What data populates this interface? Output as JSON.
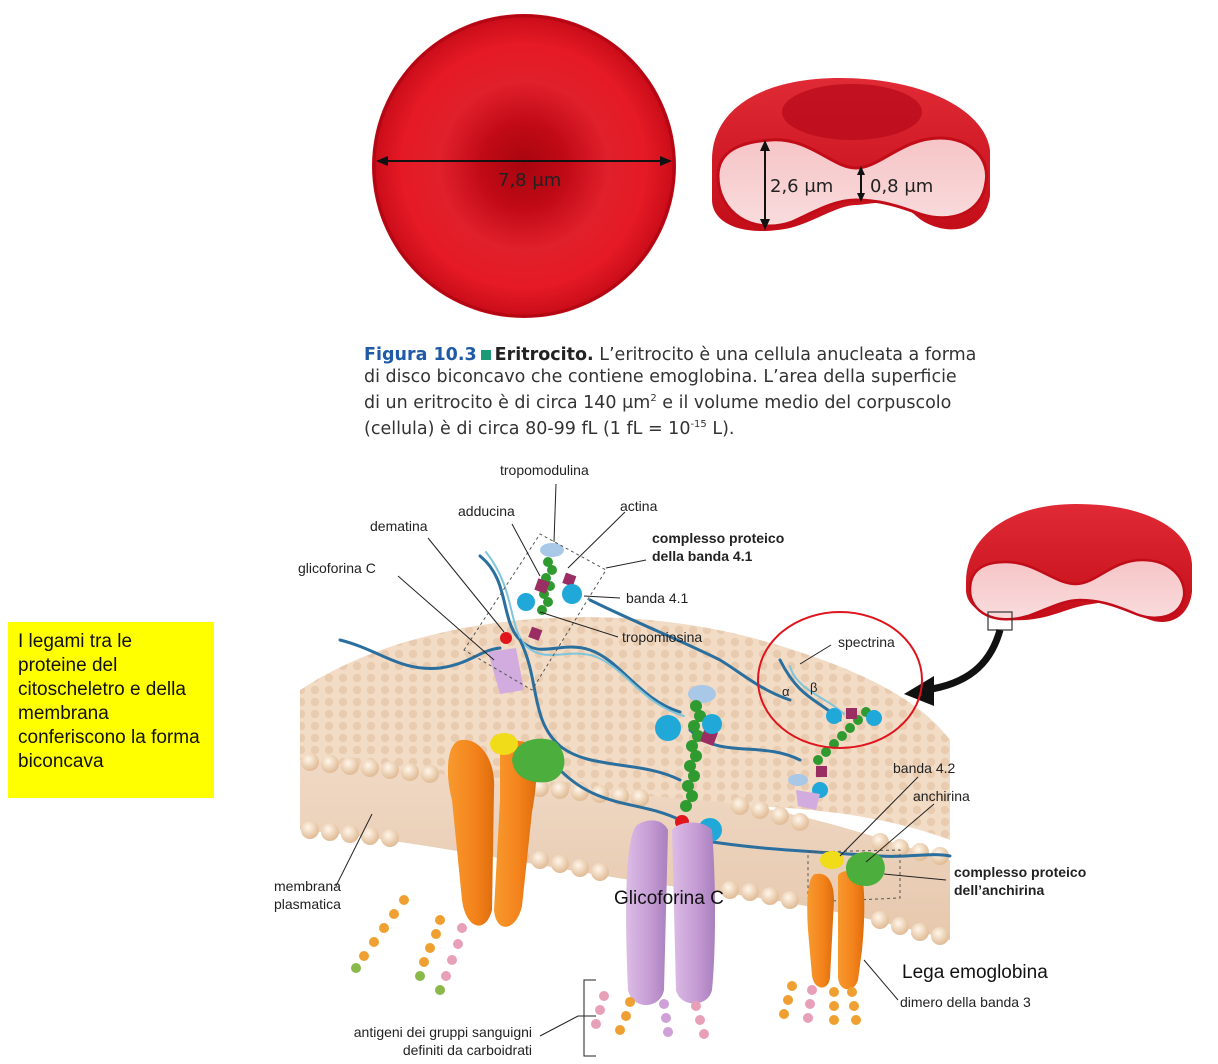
{
  "cell_top": {
    "diameter_label": "7,8 μm",
    "thickness_label": "2,6 μm",
    "center_label": "0,8 μm"
  },
  "caption": {
    "figure": "Figura 10.3",
    "title": "Eritrocito.",
    "line1": " L’eritrocito è una cellula anucleata a forma",
    "line2": "di disco biconcavo che contiene emoglobina. L’area della superficie",
    "line3a": "di un eritrocito è di circa 140 μm",
    "line3sup": "2",
    "line3b": " e il volume medio del corpuscolo",
    "line4a": "(cellula) è di circa 80-99 fL (1 fL = 10",
    "line4sup": "-15",
    "line4b": " L)."
  },
  "note": "I legami tra le proteine del citoscheletro e della membrana conferiscono la forma biconcava",
  "labels": {
    "tropomodulina": "tropomodulina",
    "actina": "actina",
    "adducina": "adducina",
    "dematina": "dematina",
    "complesso_41_a": "complesso proteico",
    "complesso_41_b": "della banda 4.1",
    "glicoforina_c_small": "glicoforina C",
    "banda_41": "banda 4.1",
    "tropomiosina": "tropomiosina",
    "spectrina": "spectrina",
    "alpha": "α",
    "beta": "β",
    "banda_42": "banda 4.2",
    "anchirina": "anchirina",
    "complesso_anch_a": "complesso proteico",
    "complesso_anch_b": "dell’anchirina",
    "membrana_a": "membrana",
    "membrana_b": "plasmatica",
    "glicoforina_c_big": "Glicoforina C",
    "lega_emoglobina": "Lega emoglobina",
    "dimero_banda3": "dimero della banda 3",
    "antigeni_a": "antigeni dei gruppi sanguigni",
    "antigeni_b": "definiti da carboidrati"
  },
  "colors": {
    "rbc": "#d9101c",
    "figure_blue": "#1f5aa6",
    "note_bg": "#ffff00",
    "circle": "#e0141c",
    "band3": "#f5871f",
    "glycophorin": "#c9a3d6",
    "spectrin": "#2a6f9e",
    "actin": "#2f9a2f"
  }
}
